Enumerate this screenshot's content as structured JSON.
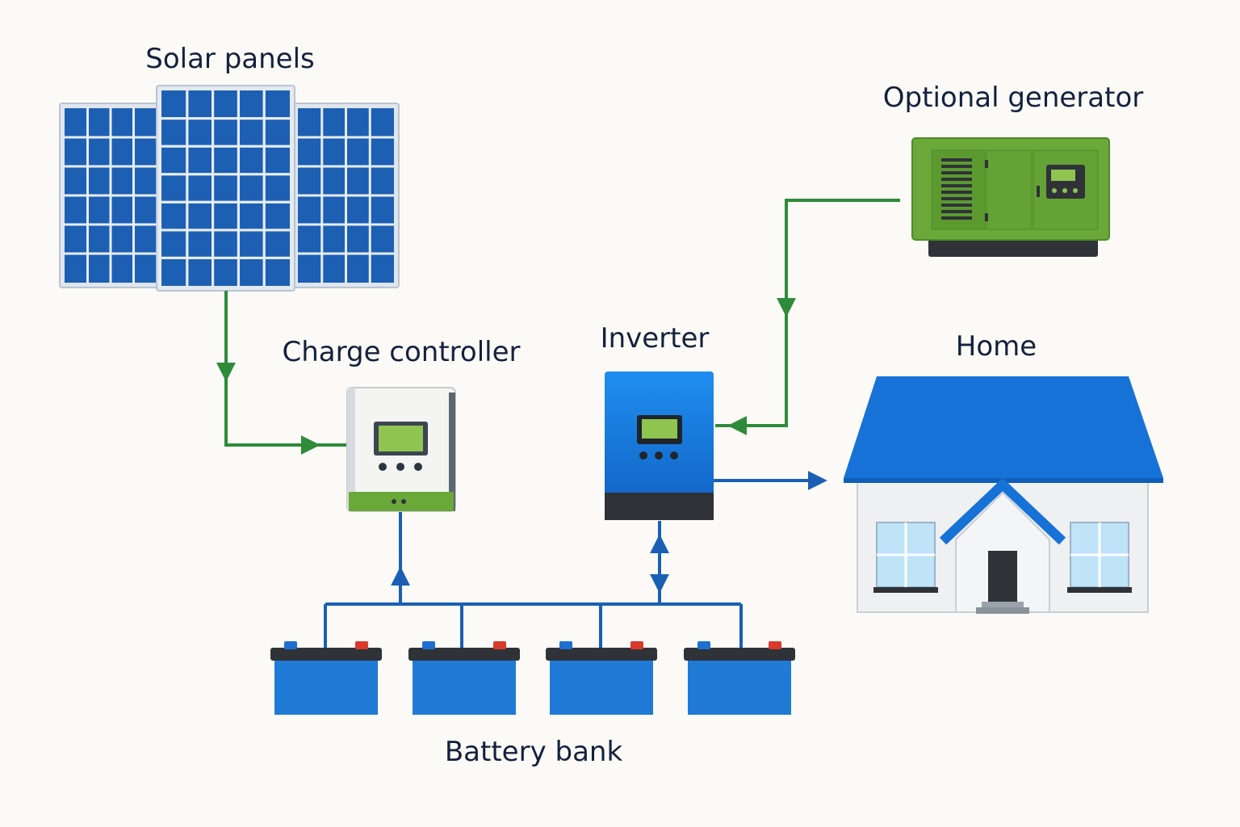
{
  "labels": {
    "solar_panels": "Solar panels",
    "charge_controller": "Charge controller",
    "inverter": "Inverter",
    "home": "Home",
    "optional_generator": "Optional generator",
    "battery_bank": "Battery bank"
  },
  "colors": {
    "background": "#fbfaf6",
    "text": "#14213d",
    "panel_cell": "#1e63b8",
    "panel_frame": "#c9d3de",
    "green_line": "#2e8b3a",
    "blue_line": "#1a5fb4",
    "device_blue": "#1c7fe0",
    "generator_green": "#6aa83a",
    "battery_blue": "#1f7bd6",
    "roof_blue": "#1672d6"
  },
  "icons": [
    "solar-panel-icon",
    "charge-controller-icon",
    "inverter-icon",
    "generator-icon",
    "house-icon",
    "battery-icon"
  ]
}
